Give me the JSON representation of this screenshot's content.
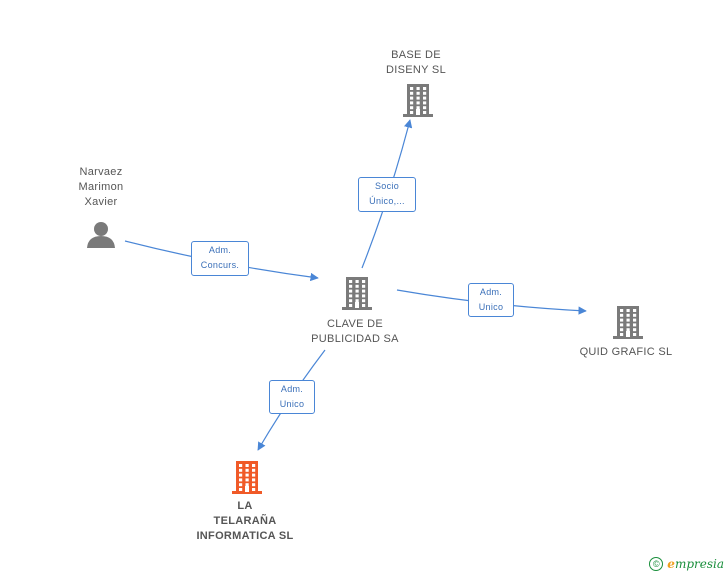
{
  "colors": {
    "edge": "#4a86d6",
    "company": "#7a7a7a",
    "focus": "#f05a28",
    "person": "#7a7a7a"
  },
  "nodes": [
    {
      "id": "base",
      "label": "BASE DE\nDISENY SL",
      "icon": "building-icon",
      "kind": "company"
    },
    {
      "id": "narvaez",
      "label": "Narvaez\nMarimon\nXavier",
      "icon": "person-icon",
      "kind": "person"
    },
    {
      "id": "clave",
      "label": "CLAVE DE\nPUBLICIDAD SA",
      "icon": "building-icon",
      "kind": "company"
    },
    {
      "id": "quid",
      "label": "QUID GRAFIC SL",
      "icon": "building-icon",
      "kind": "company"
    },
    {
      "id": "telarana",
      "label": "LA\nTELARAÑA\nINFORMATICA SL",
      "icon": "building-icon",
      "kind": "focus"
    }
  ],
  "edges": [
    {
      "id": "e1",
      "from": "clave",
      "to": "base",
      "label": "Socio\nÚnico,..."
    },
    {
      "id": "e2",
      "from": "narvaez",
      "to": "clave",
      "label": "Adm.\nConcurs."
    },
    {
      "id": "e3",
      "from": "clave",
      "to": "quid",
      "label": "Adm.\nUnico"
    },
    {
      "id": "e4",
      "from": "clave",
      "to": "telarana",
      "label": "Adm.\nUnico"
    }
  ],
  "footer": {
    "copyright_symbol": "©",
    "brand_initial": "e",
    "brand_rest": "mpresia"
  }
}
